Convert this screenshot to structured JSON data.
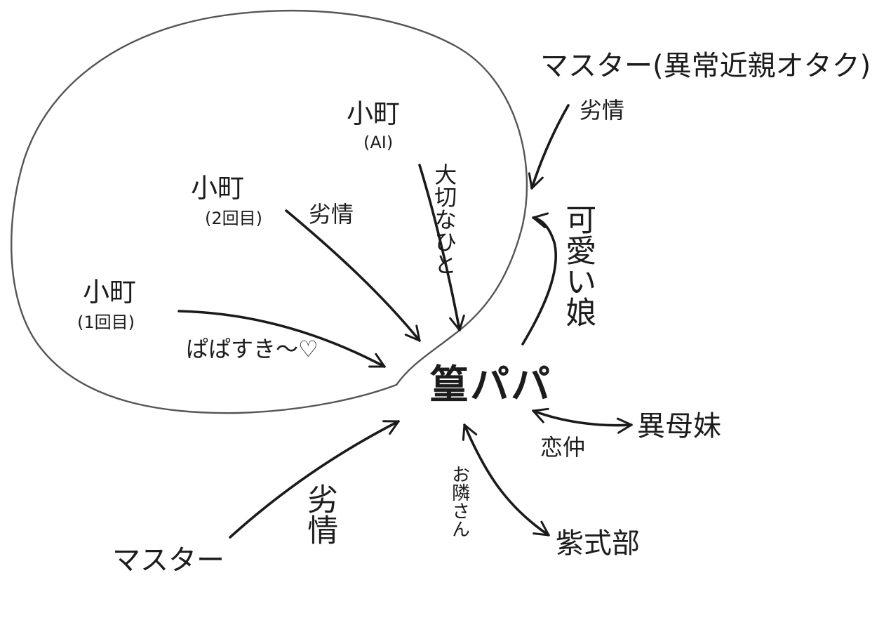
{
  "center": {
    "name": "篁パパ"
  },
  "nodes": {
    "komachi_1": {
      "name": "小町",
      "sub": "(1回目)"
    },
    "komachi_2": {
      "name": "小町",
      "sub": "(2回目)"
    },
    "komachi_ai": {
      "name": "小町",
      "sub": "(AI)"
    },
    "master_top": {
      "name": "マスター(異常近親オタク)"
    },
    "master_bottom": {
      "name": "マスター"
    },
    "half_sister": {
      "name": "異母妹"
    },
    "murasaki": {
      "name": "紫式部"
    }
  },
  "relations": {
    "komachi_1": "ぱぱすき～♡",
    "komachi_2": "劣情",
    "komachi_ai": "大切なひと",
    "master_top": "劣情",
    "daughter": "可愛い娘",
    "half_sister": "恋仲",
    "murasaki": "お隣さん",
    "master_bottom": "劣情"
  },
  "style": {
    "ink": "#1a1a1a",
    "loop": "#555555",
    "background": "#ffffff"
  }
}
